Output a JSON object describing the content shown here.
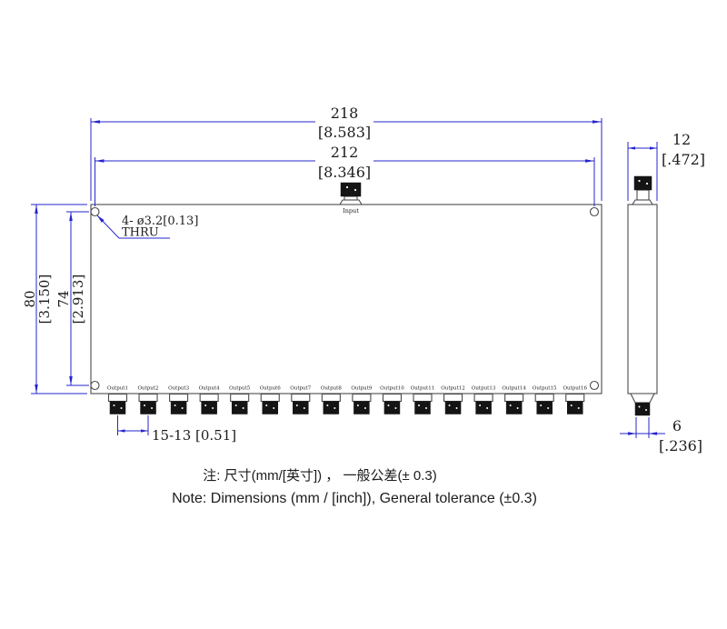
{
  "drawing": {
    "dim_218": {
      "mm": "218",
      "inch": "[8.583]"
    },
    "dim_212": {
      "mm": "212",
      "inch": "[8.346]"
    },
    "dim_80": {
      "mm": "80",
      "inch": "[3.150]"
    },
    "dim_74": {
      "mm": "74",
      "inch": "[2.913]"
    },
    "dim_12": {
      "mm": "12",
      "inch": "[.472]"
    },
    "dim_6": {
      "mm": "6",
      "inch": "[.236]"
    },
    "dim_spacing": "15-13 [0.51]",
    "hole_callout": {
      "line1": "4- ø3.2[0.13]",
      "line2": "THRU"
    },
    "input_label": "Input",
    "output_labels": [
      "Output1",
      "Output2",
      "Output3",
      "Output4",
      "Output5",
      "Output6",
      "Output7",
      "Output8",
      "Output9",
      "Output10",
      "Output11",
      "Output12",
      "Output13",
      "Output14",
      "Output15",
      "Output16"
    ]
  },
  "notes": {
    "chinese": "注: 尺寸(mm/[英寸]) ， 一般公差(± 0.3)",
    "english": "Note: Dimensions (mm / [inch]), General tolerance (±0.3)"
  },
  "colors": {
    "dimension_line": "#2525ce",
    "object_line": "#4a4a4a",
    "text": "#1c1c1c"
  }
}
